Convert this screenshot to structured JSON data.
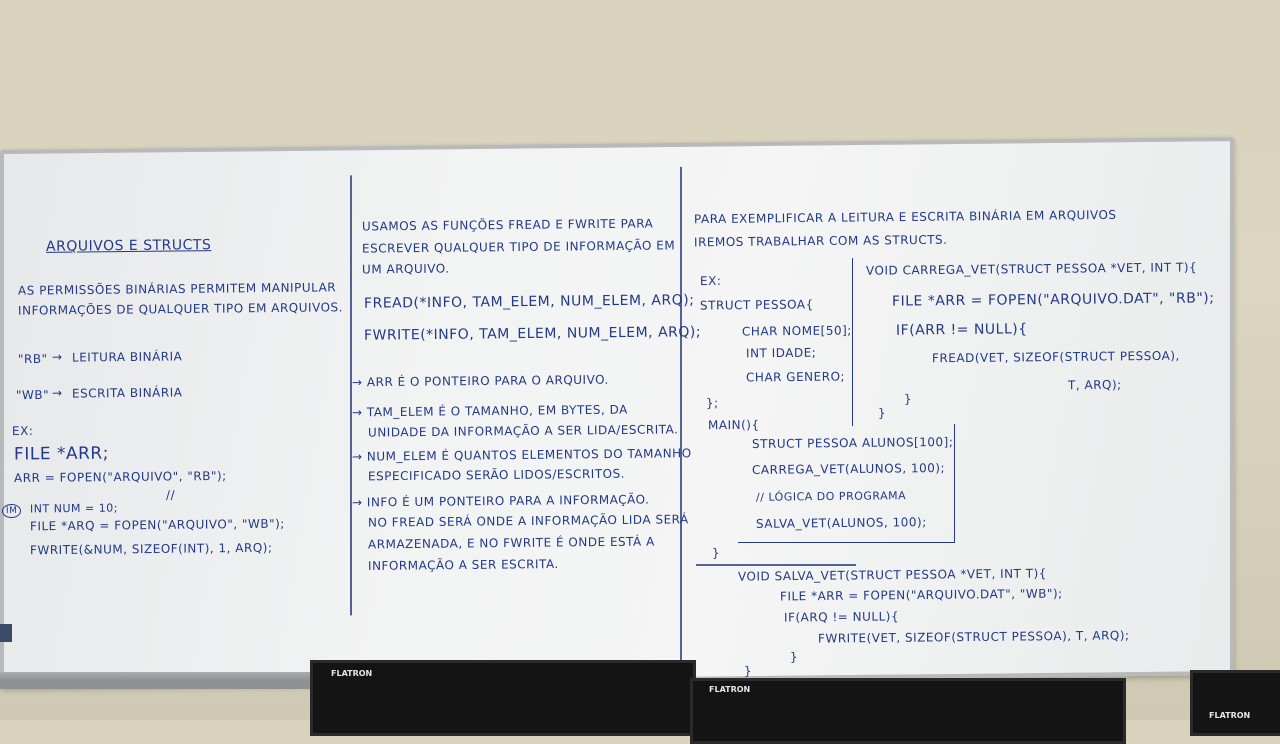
{
  "col1": {
    "title": "ARQUIVOS E STRUCTS",
    "line1": "AS PERMISSÕES BINÁRIAS PERMITEM MANIPULAR",
    "line2": "INFORMAÇÕES DE QUALQUER TIPO EM ARQUIVOS.",
    "rb_code": "\"RB\"",
    "rb_text": "LEITURA BINÁRIA",
    "wb_code": "\"WB\"",
    "wb_text": "ESCRITA BINÁRIA",
    "ex": "EX:",
    "file_decl": "FILE *ARR;",
    "fopen": "ARR = FOPEN(\"ARQUIVO\", \"RB\");",
    "marker": "//",
    "badge": "IM",
    "int_num": "INT NUM = 10;",
    "file_arq": "FILE *ARQ = FOPEN(\"ARQUIVO\", \"WB\");",
    "fwrite": "FWRITE(&NUM, SIZEOF(INT), 1, ARQ);"
  },
  "col2": {
    "l1": "USAMOS AS FUNÇÕES FREAD E FWRITE PARA",
    "l2": "ESCREVER QUALQUER TIPO DE INFORMAÇÃO EM",
    "l3": "UM ARQUIVO.",
    "fread": "FREAD(*INFO, TAM_ELEM, NUM_ELEM, ARQ);",
    "fwrite": "FWRITE(*INFO, TAM_ELEM, NUM_ELEM, ARQ);",
    "b1": "→ ARR É O PONTEIRO PARA O ARQUIVO.",
    "b2a": "→ TAM_ELEM É O TAMANHO, EM BYTES, DA",
    "b2b": "UNIDADE DA INFORMAÇÃO A SER LIDA/ESCRITA.",
    "b3a": "→ NUM_ELEM É QUANTOS ELEMENTOS DO TAMANHO",
    "b3b": "ESPECIFICADO SERÃO LIDOS/ESCRITOS.",
    "b4a": "→ INFO É UM PONTEIRO PARA A INFORMAÇÃO.",
    "b4b": "NO FREAD SERÁ ONDE A INFORMAÇÃO LIDA SERÁ",
    "b4c": "ARMAZENADA, E NO FWRITE É ONDE ESTÁ A",
    "b4d": "INFORMAÇÃO A SER ESCRITA."
  },
  "col3": {
    "h1": "PARA EXEMPLIFICAR A LEITURA E ESCRITA BINÁRIA EM ARQUIVOS",
    "h2": "IREMOS TRABALHAR COM AS STRUCTS.",
    "ex": "EX:",
    "s1": "STRUCT PESSOA{",
    "s2": "CHAR NOME[50];",
    "s3": "INT IDADE;",
    "s4": "CHAR GENERO;",
    "s5": "};",
    "m1": "MAIN(){",
    "m2": "STRUCT PESSOA ALUNOS[100];",
    "m3": "CARREGA_VET(ALUNOS, 100);",
    "m4": "// LÓGICA DO PROGRAMA",
    "m5": "SALVA_VET(ALUNOS, 100);",
    "m6": "}",
    "c1": "VOID CARREGA_VET(STRUCT PESSOA *VET, INT T){",
    "c2": "FILE *ARR = FOPEN(\"ARQUIVO.DAT\", \"RB\");",
    "c3": "IF(ARR != NULL){",
    "c4": "FREAD(VET, SIZEOF(STRUCT PESSOA),",
    "c5": "T, ARQ);",
    "c6": "}",
    "c7": "}",
    "v1": "VOID SALVA_VET(STRUCT PESSOA *VET, INT T){",
    "v2": "FILE *ARR = FOPEN(\"ARQUIVO.DAT\", \"WB\");",
    "v3": "IF(ARQ != NULL){",
    "v4": "FWRITE(VET, SIZEOF(STRUCT PESSOA), T, ARQ);",
    "v5": "}",
    "v6": "}"
  },
  "monitors": {
    "brand1": "FLATRON",
    "brand2": "FLATRON",
    "brand3": "FLATRON"
  },
  "colors": {
    "ink": "#233a86",
    "board": "#f2f3f3",
    "wall": "#d9d3bd"
  }
}
